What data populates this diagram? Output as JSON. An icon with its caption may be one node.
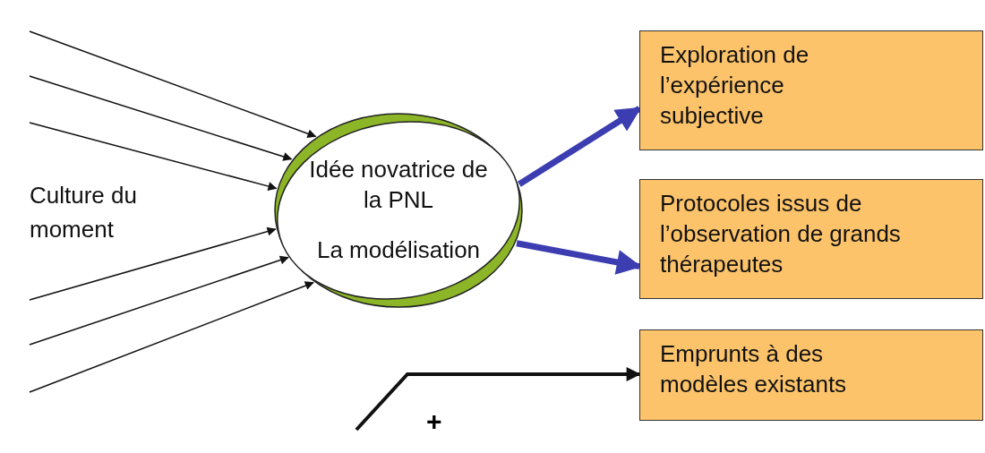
{
  "diagram": {
    "nodes": [
      {
        "text": [
          "Idée novatrice de la PNL",
          "La modélisation"
        ]
      },
      {
        "text": [
          "Exploration de l’expérience subjective"
        ]
      },
      {
        "text": [
          "Protocoles issus de l’observation de grands thérapeutes"
        ]
      },
      {
        "text": [
          "Emprunts à des modèles existants"
        ]
      }
    ],
    "edges": [
      {
        "from": null,
        "to": 0,
        "arrow": "to"
      },
      {
        "from": null,
        "to": 0,
        "arrow": "to"
      },
      {
        "from": null,
        "to": 0,
        "arrow": "to"
      },
      {
        "from": null,
        "to": 0,
        "arrow": "to"
      },
      {
        "from": null,
        "to": 0,
        "arrow": "to"
      },
      {
        "from": null,
        "to": 0,
        "arrow": "to"
      },
      {
        "from": 0,
        "to": 1,
        "arrow": "to",
        "style": "thick",
        "color": "#3b3db0"
      },
      {
        "from": 0,
        "to": 2,
        "arrow": "to",
        "style": "thick",
        "color": "#3b3db0"
      },
      {
        "from": null,
        "to": 3,
        "arrow": "to",
        "label": "+",
        "style": "thick"
      }
    ],
    "labels": [
      "Culture du moment"
    ]
  }
}
